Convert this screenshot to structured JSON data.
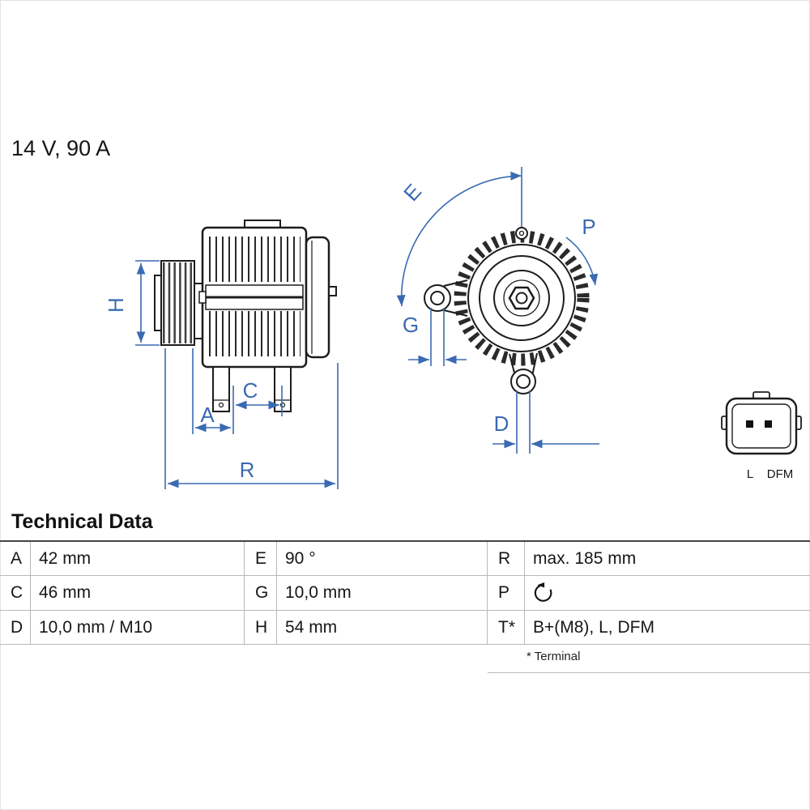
{
  "header": {
    "rating": "14 V, 90 A"
  },
  "drawing": {
    "dimension_labels": {
      "H": "H",
      "C": "C",
      "A": "A",
      "R": "R",
      "E": "E",
      "G": "G",
      "P": "P",
      "D": "D"
    },
    "connector_labels": {
      "pin1": "L",
      "pin2": "DFM"
    },
    "colors": {
      "dimension": "#3a6ab2",
      "outline": "#1c1c1c"
    }
  },
  "technical_data": {
    "title": "Technical Data",
    "rows": [
      [
        {
          "key": "A",
          "value": "42 mm"
        },
        {
          "key": "E",
          "value": "90 °"
        },
        {
          "key": "R",
          "value": "max. 185 mm"
        }
      ],
      [
        {
          "key": "C",
          "value": "46 mm"
        },
        {
          "key": "G",
          "value": "10,0 mm"
        },
        {
          "key": "P",
          "value": "",
          "icon": "rotation-ccw-icon"
        }
      ],
      [
        {
          "key": "D",
          "value": "10,0 mm / M10"
        },
        {
          "key": "H",
          "value": "54 mm"
        },
        {
          "key": "T*",
          "value": "B+(M8), L, DFM"
        }
      ]
    ],
    "footnote": "* Terminal"
  }
}
